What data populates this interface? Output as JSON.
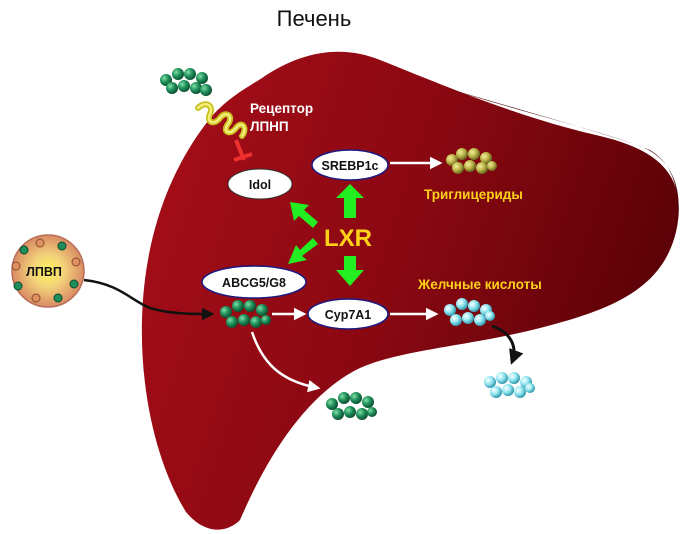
{
  "title": "Печень",
  "labels": {
    "ldl_receptor": [
      "Рецептор",
      "ЛПНП"
    ],
    "hdl": "ЛПВП",
    "idol": "Idol",
    "srebp": "SREBP1c",
    "lxr": "LXR",
    "abcg": "ABCG5/G8",
    "cyp": "Cyp7A1",
    "triglycerides": "Триглицериды",
    "bile_acids": "Желчные кислоты"
  },
  "colors": {
    "liver_dark": "#6b0208",
    "liver_mid": "#a01018",
    "arrow_green": "#22ee22",
    "text_yellow": "#ffd21a",
    "cholesterol_green": "#1f8f5a",
    "triglyceride": "#c8c25a",
    "bile_acid": "#8fe6f0",
    "hdl_particle": "#e8a060"
  }
}
